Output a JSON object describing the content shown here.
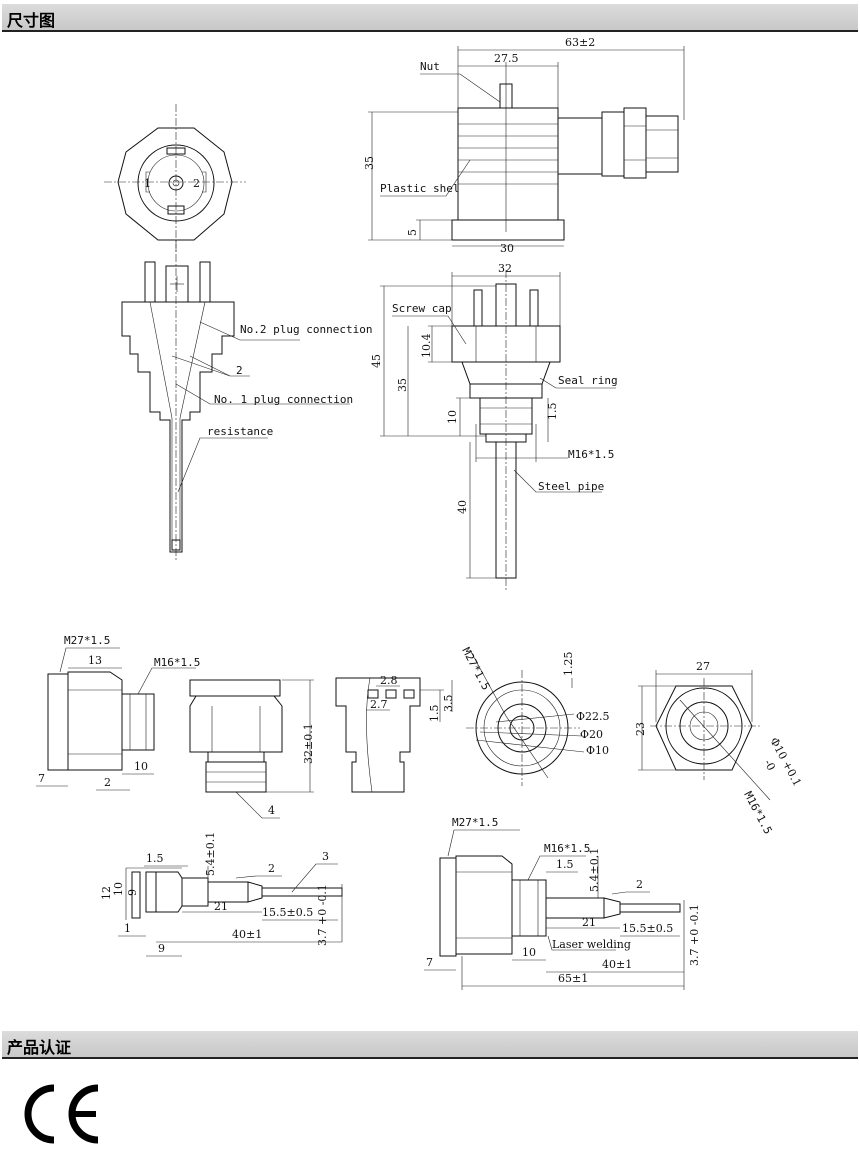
{
  "sections": {
    "dimensions_title": "尺寸图",
    "certification_title": "产品认证"
  },
  "labels": {
    "nut": "Nut",
    "plastic_shell": "Plastic shel",
    "no2_plug": "No.2 plug connection",
    "no1_plug": "No. 1 plug connection",
    "resistance": "resistance",
    "screw_cap": "Screw cap",
    "seal_ring": "Seal ring",
    "steel_pipe": "Steel pipe",
    "laser_welding": "Laser welding"
  },
  "dims": {
    "d63": "63±2",
    "d27_5": "27.5",
    "d35a": "35",
    "d5": "5",
    "d30": "30",
    "d32": "32",
    "d45": "45",
    "d10_4": "10.4",
    "d35b": "35",
    "d10a": "10",
    "d1_5a": "1.5",
    "m16a": "M16*1.5",
    "d40a": "40",
    "pin1": "1",
    "pin2": "2",
    "lead2": "2",
    "m27a": "M27*1.5",
    "d13": "13",
    "m16b": "M16*1.5",
    "d7a": "7",
    "d2a": "2",
    "d10b": "10",
    "d32pm": "32±0.1",
    "d4": "4",
    "d2_8": "2.8",
    "d2_7": "2.7",
    "d1_5b": "1.5",
    "d3_5": "3.5",
    "m27b": "M27*1.5",
    "d1_25": "1.25",
    "phi22_5": "Φ22.5",
    "phi20": "Φ20",
    "phi10a": "Φ10",
    "d27": "27",
    "d23": "23",
    "phi10b": "Φ10 +0.1",
    "phi10b_tol": "-0",
    "m16c": "M16*1.5",
    "d1_5c": "1.5",
    "d5_4a": "5.4±0.1",
    "d2b": "2",
    "d3": "3",
    "d12": "12",
    "d10c": "10",
    "d9a": "9",
    "d21a": "21",
    "d15_5a": "15.5±0.5",
    "d3_7a": "3.7 +0 -0.1",
    "d1": "1",
    "d40pm_a": "40±1",
    "d9b": "9",
    "m27c": "M27*1.5",
    "m16d": "M16*1.5",
    "d1_5d": "1.5",
    "d5_4b": "5.4±0.1",
    "d2c": "2",
    "d21b": "21",
    "d15_5b": "15.5±0.5",
    "d3_7b": "3.7 +0 -0.1",
    "d10d": "10",
    "d7b": "7",
    "d40pm_b": "40±1",
    "d65": "65±1"
  },
  "certification": {
    "mark": "CE"
  }
}
